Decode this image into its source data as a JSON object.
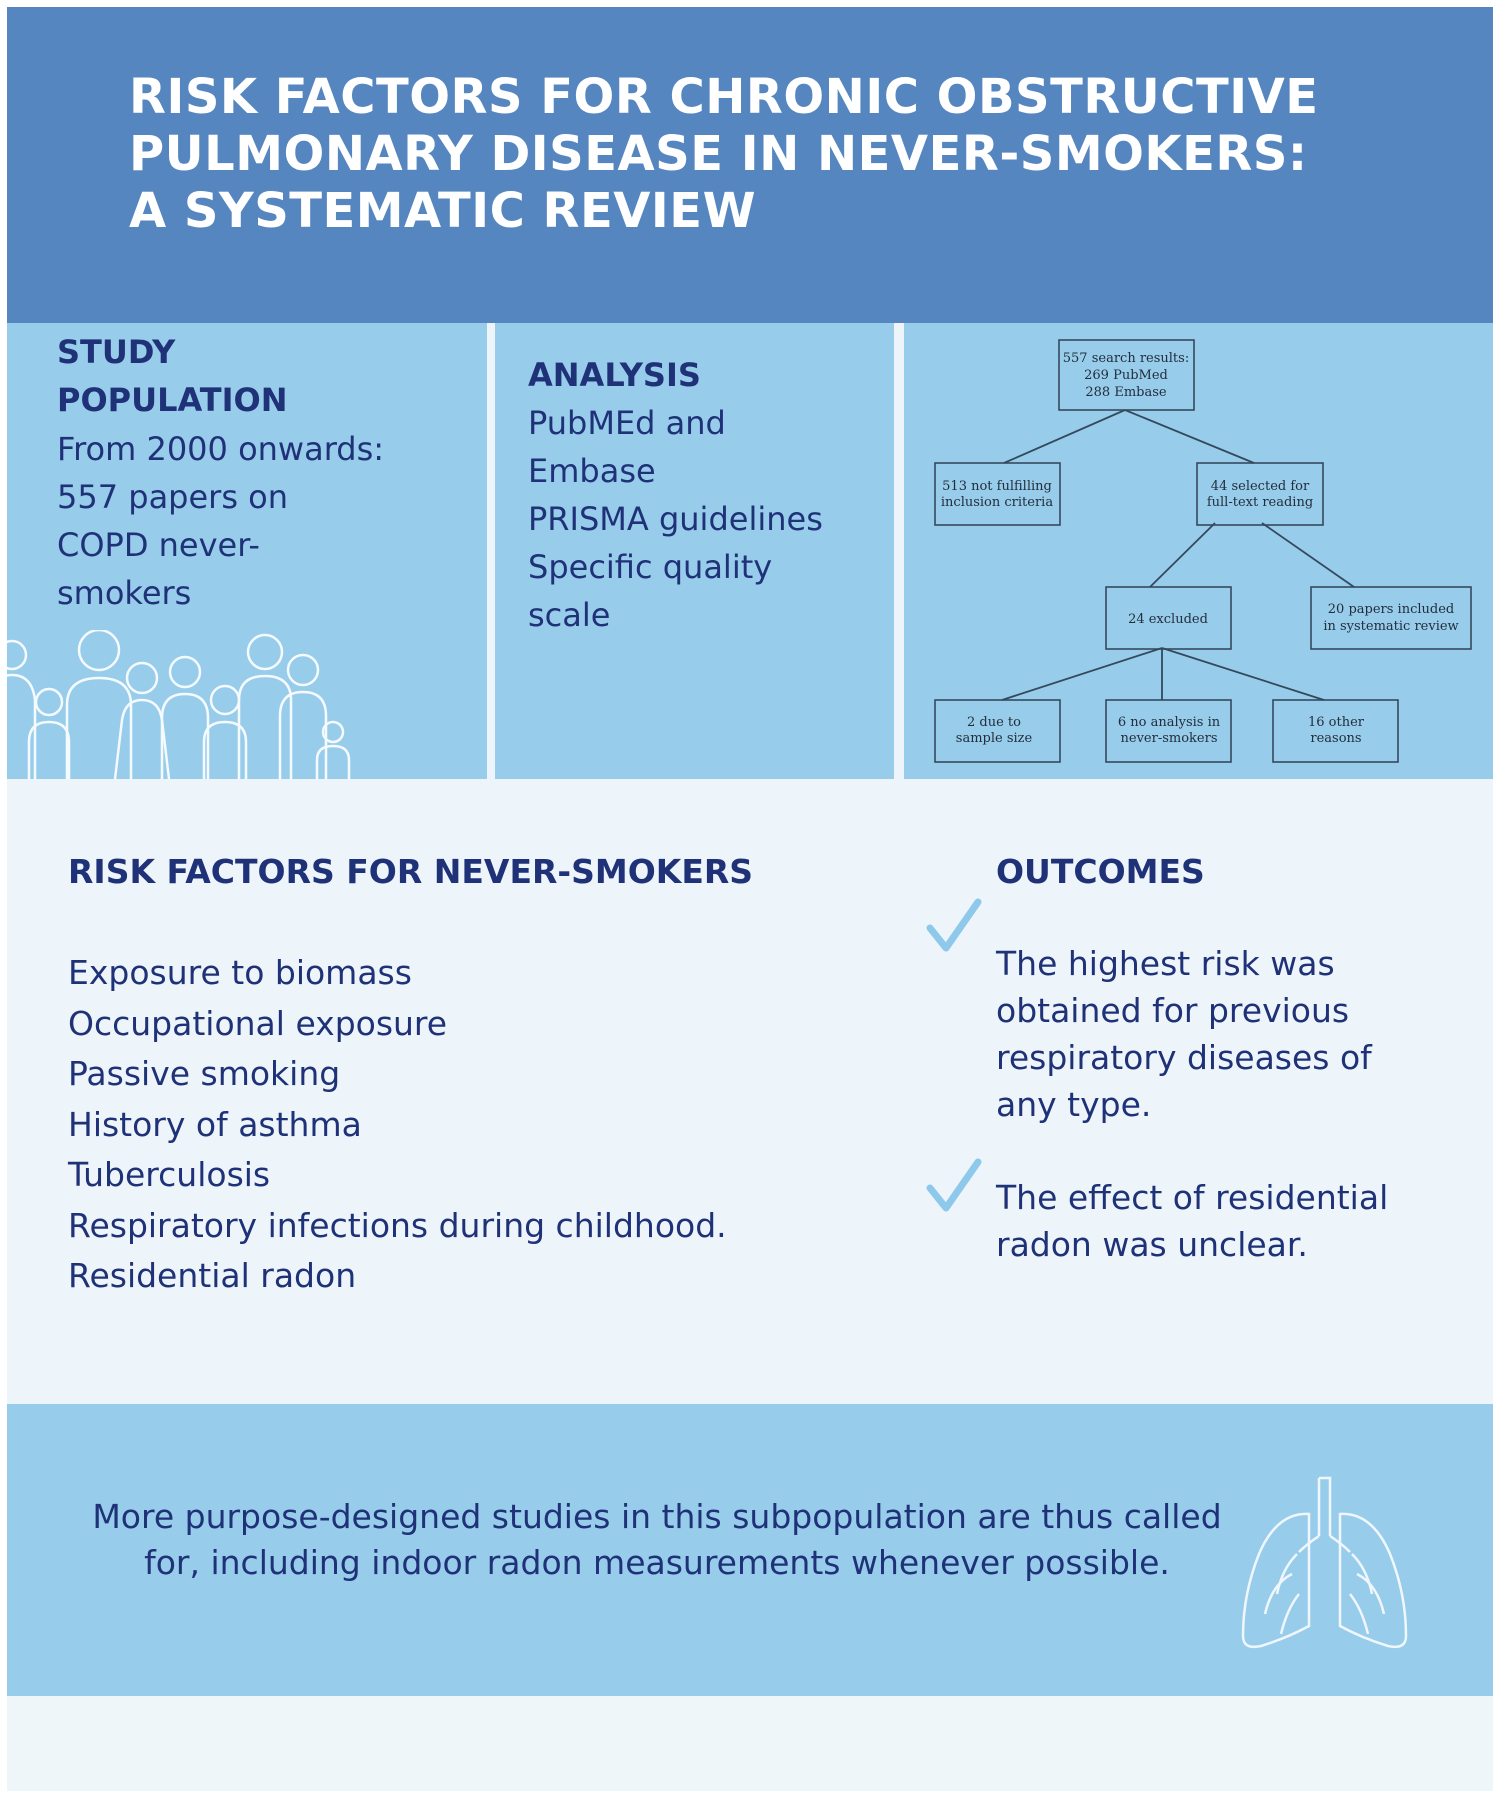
{
  "header": {
    "title": "RISK FACTORS FOR CHRONIC OBSTRUCTIVE\nPULMONARY DISEASE IN NEVER-SMOKERS:\nA SYSTEMATIC REVIEW"
  },
  "study_population": {
    "title": "STUDY\nPOPULATION",
    "lines": [
      "From 2000 onwards:",
      "557 papers on",
      "COPD never-",
      "smokers"
    ]
  },
  "analysis": {
    "title": "ANALYSIS",
    "lines": [
      "PubMEd and",
      "Embase",
      "PRISMA guidelines",
      "Specific quality",
      "scale"
    ]
  },
  "flowchart": {
    "root": [
      "557 search results:",
      "269 PubMed",
      "288 Embase"
    ],
    "not_fulfilling": [
      "513 not fulfilling",
      "inclusion criteria"
    ],
    "selected": [
      "44 selected for",
      "full-text reading"
    ],
    "excluded": [
      "24 excluded"
    ],
    "included": [
      "20 papers included",
      "in systematic review"
    ],
    "sample_size": [
      "2 due to",
      "sample size"
    ],
    "no_analysis": [
      "6 no analysis in",
      "never-smokers"
    ],
    "other": [
      "16 other",
      "reasons"
    ]
  },
  "risk_factors": {
    "title": "RISK FACTORS FOR NEVER-SMOKERS",
    "items": [
      "Exposure to biomass",
      "Occupational exposure",
      "Passive smoking",
      "History of asthma",
      "Tuberculosis",
      "Respiratory infections during childhood.",
      "Residential radon"
    ]
  },
  "outcomes": {
    "title": "OUTCOMES",
    "items": [
      "The highest risk was obtained for previous respiratory diseases of any type.",
      "The effect of residential radon was unclear."
    ]
  },
  "conclusion": {
    "lines": [
      "More purpose-designed studies in this subpopulation are thus called",
      "for, including indoor radon measurements whenever possible."
    ]
  },
  "colors": {
    "header_bg": "#5686bf",
    "panel_bg": "#98cceb",
    "body_bg": "#eef5fa",
    "text_dark": "#1f3278",
    "check": "#8ec8ea"
  },
  "icons": [
    "people-group-icon",
    "checkmark-icon",
    "lungs-icon"
  ]
}
